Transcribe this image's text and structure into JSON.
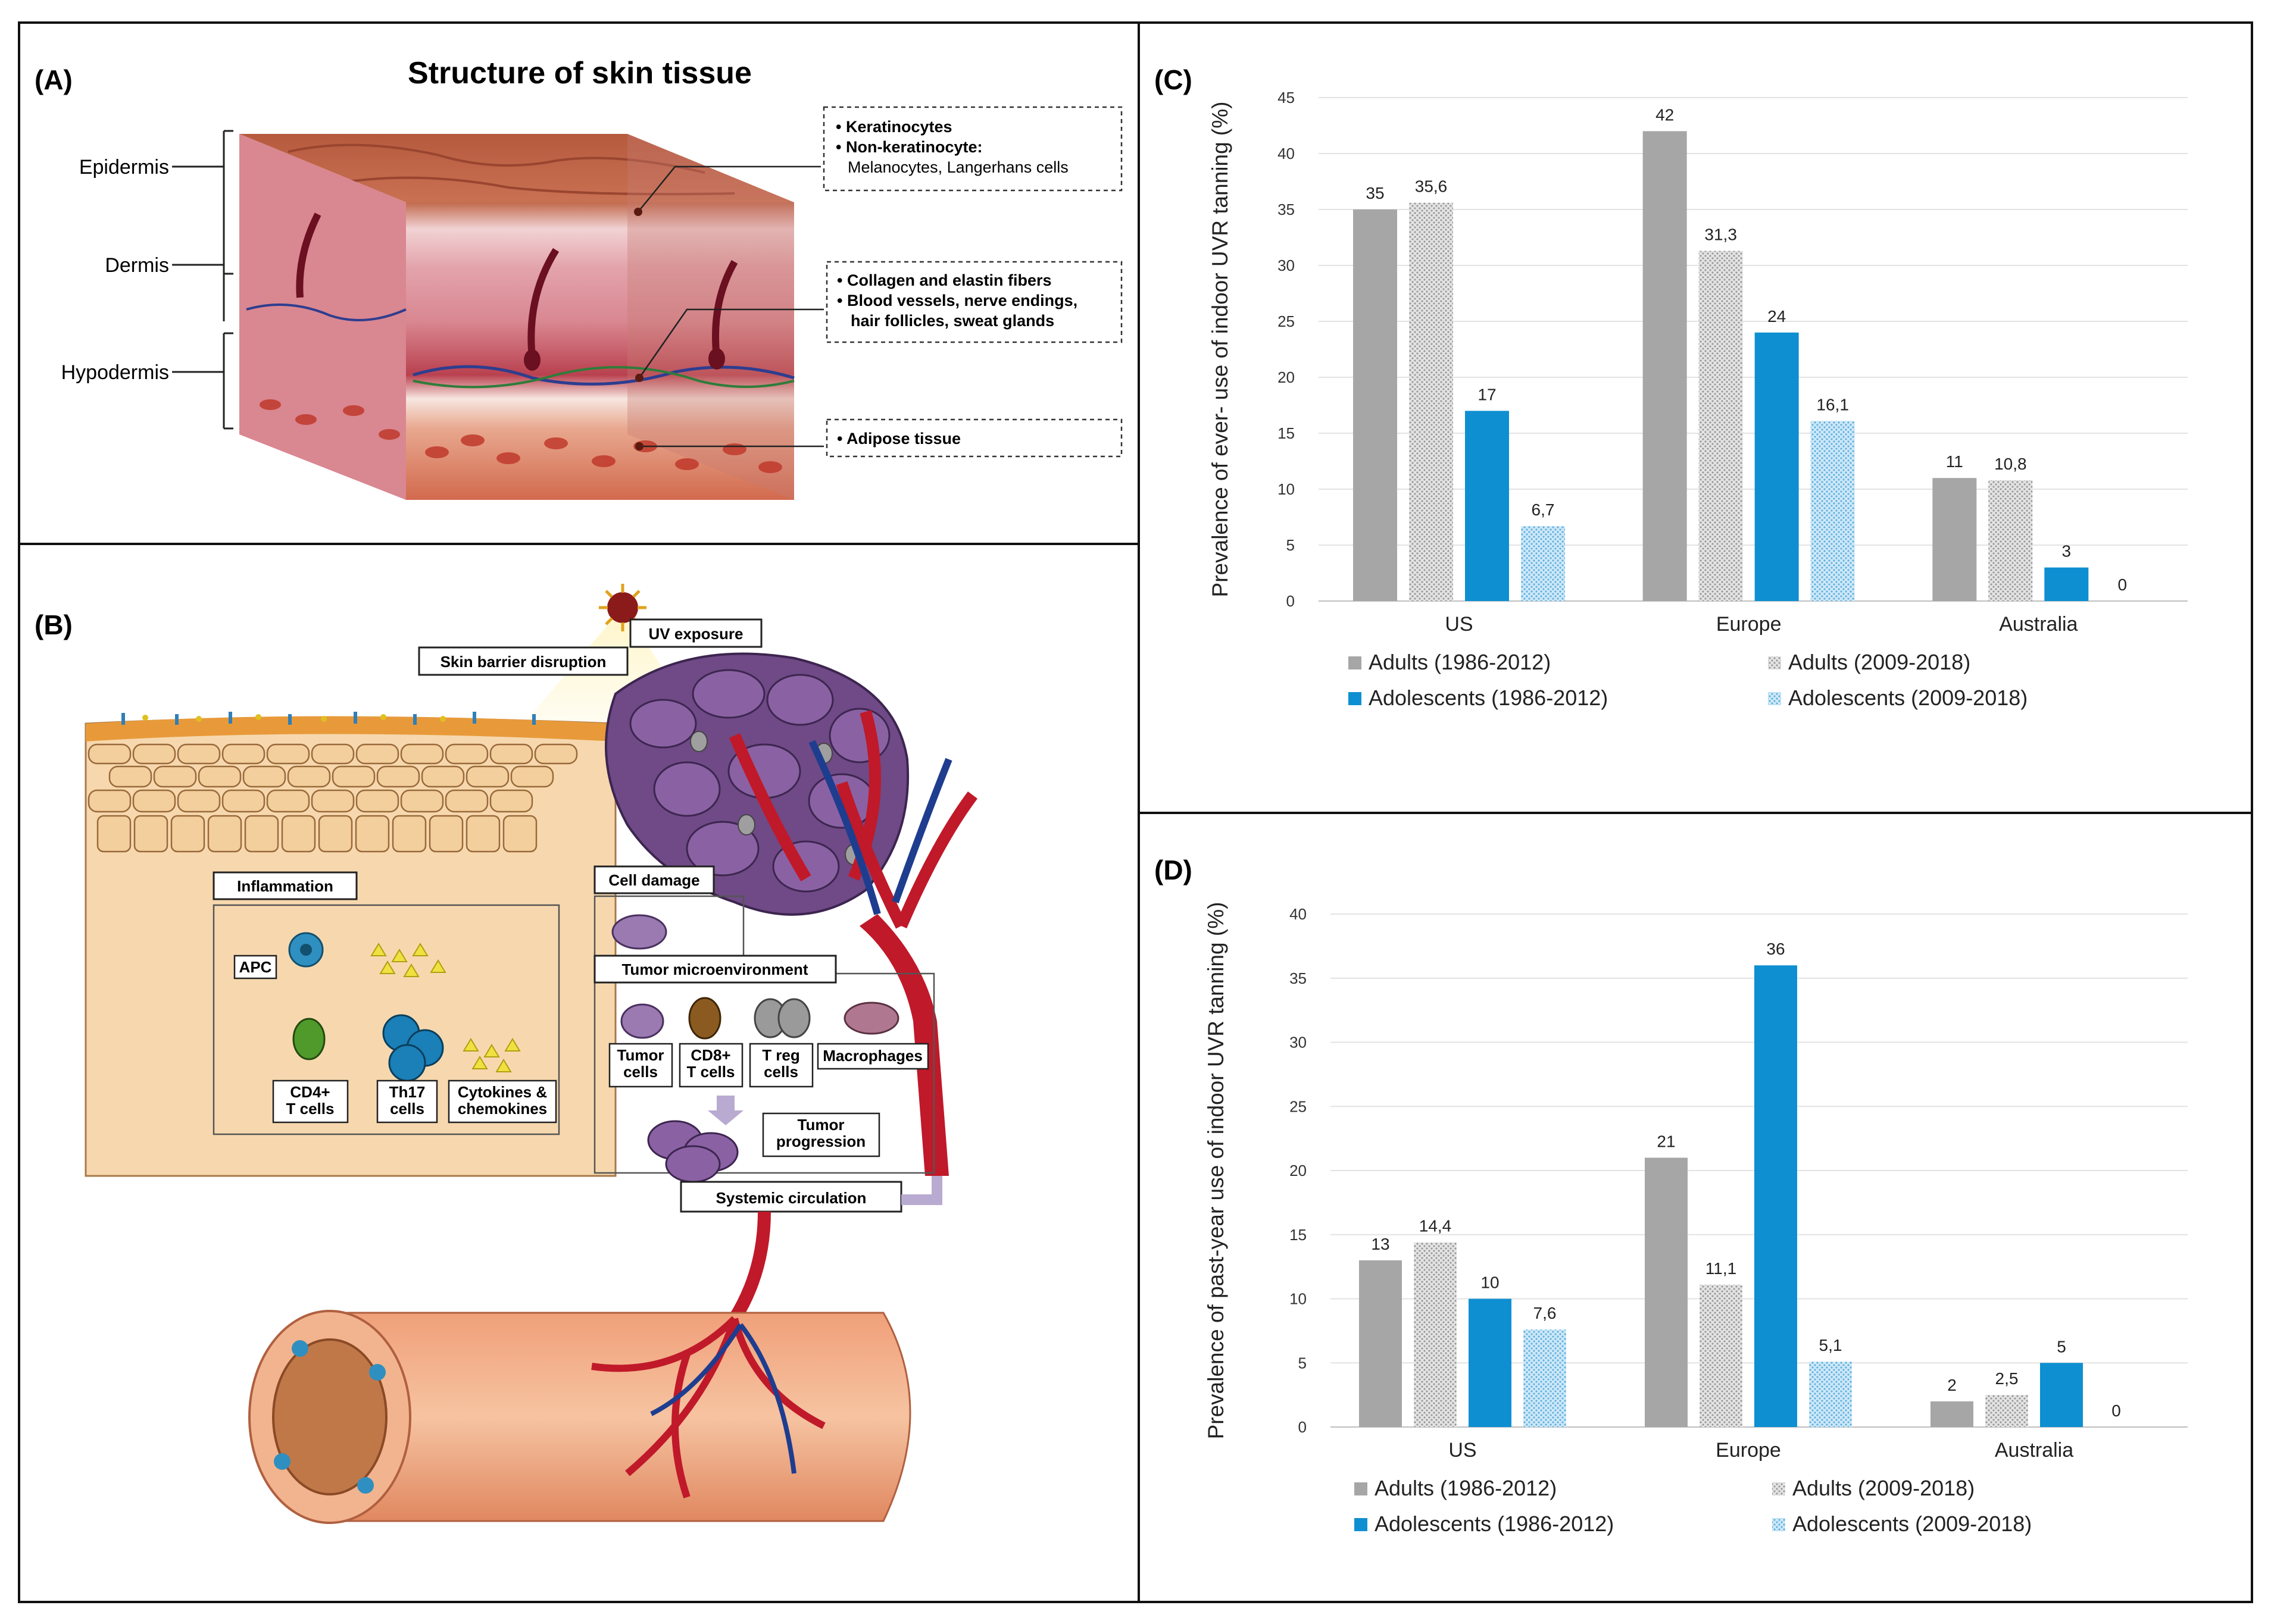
{
  "panel_a": {
    "tag": "(A)",
    "title": "Structure of skin tissue",
    "layers": [
      "Epidermis",
      "Dermis",
      "Hypodermis"
    ],
    "box1": [
      "• Keratinocytes",
      "• Non-keratinocyte:",
      "Melanocytes, Langerhans cells"
    ],
    "box2": [
      "• Collagen and elastin fibers",
      "• Blood vessels, nerve endings,",
      "hair follicles, sweat glands"
    ],
    "box3": [
      "• Adipose tissue"
    ]
  },
  "panel_b": {
    "tag": "(B)",
    "uv": "UV exposure",
    "barrier": "Skin barrier disruption",
    "inflammation": "Inflammation",
    "apc": "APC",
    "cd4": [
      "CD4+",
      "T cells"
    ],
    "th17": [
      "Th17",
      "cells"
    ],
    "cytokines": [
      "Cytokines &",
      "chemokines"
    ],
    "cell_damage": "Cell damage",
    "tme": "Tumor microenvironment",
    "tumor_cells": [
      "Tumor",
      "cells"
    ],
    "cd8": [
      "CD8+",
      "T cells"
    ],
    "treg": [
      "T reg",
      "cells"
    ],
    "macrophages": "Macrophages",
    "tumor_progression": [
      "Tumor",
      "progression"
    ],
    "systemic": "Systemic circulation"
  },
  "colors": {
    "adults_early": "#a6a6a6",
    "adults_late": "#d2d2d2",
    "adolescents_early": "#0e8fd1",
    "adolescents_late": "#a6d3ee"
  },
  "chart_data": [
    {
      "panel": "(C)",
      "type": "bar",
      "ylabel": "Prevalence of ever- use of indoor UVR tanning (%)",
      "ylim": [
        0,
        45
      ],
      "yticks": [
        0,
        5,
        10,
        15,
        20,
        25,
        30,
        35,
        40,
        45
      ],
      "grid": true,
      "legend": "bottom",
      "categories": [
        "US",
        "Europe",
        "Australia"
      ],
      "series": [
        {
          "name": "Adults (1986-2012)",
          "values": [
            35,
            42,
            11
          ],
          "labels": [
            "35",
            "42",
            "11"
          ]
        },
        {
          "name": "Adults (2009-2018)",
          "values": [
            35.6,
            31.3,
            10.8
          ],
          "labels": [
            "35,6",
            "31,3",
            "10,8"
          ]
        },
        {
          "name": "Adolescents (1986-2012)",
          "values": [
            17,
            24,
            3
          ],
          "labels": [
            "17",
            "24",
            "3"
          ]
        },
        {
          "name": "Adolescents (2009-2018)",
          "values": [
            6.7,
            16.1,
            0
          ],
          "labels": [
            "6,7",
            "16,1",
            "0"
          ]
        }
      ]
    },
    {
      "panel": "(D)",
      "type": "bar",
      "ylabel": "Prevalence of past-year use of indoor UVR tanning (%)",
      "ylim": [
        0,
        40
      ],
      "yticks": [
        0,
        5,
        10,
        15,
        20,
        25,
        30,
        35,
        40
      ],
      "grid": true,
      "legend": "bottom",
      "categories": [
        "US",
        "Europe",
        "Australia"
      ],
      "series": [
        {
          "name": "Adults (1986-2012)",
          "values": [
            13,
            21,
            2
          ],
          "labels": [
            "13",
            "21",
            "2"
          ]
        },
        {
          "name": "Adults (2009-2018)",
          "values": [
            14.4,
            11.1,
            2.5
          ],
          "labels": [
            "14,4",
            "11,1",
            "2,5"
          ]
        },
        {
          "name": "Adolescents (1986-2012)",
          "values": [
            10,
            36,
            5
          ],
          "labels": [
            "10",
            "36",
            "5"
          ]
        },
        {
          "name": "Adolescents (2009-2018)",
          "values": [
            7.6,
            5.1,
            0
          ],
          "labels": [
            "7,6",
            "5,1",
            "0"
          ]
        }
      ]
    }
  ]
}
